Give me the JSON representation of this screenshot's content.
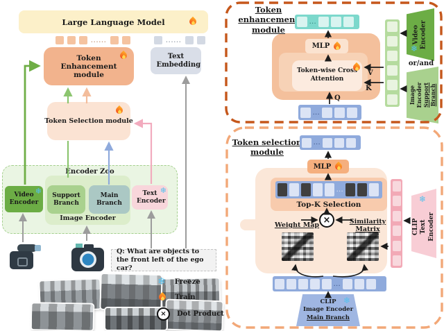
{
  "icons": {
    "snowflake": "❄",
    "dots_long": "......",
    "dots_short": "...",
    "multiply": "×"
  },
  "left_panel": {
    "llm_label": "Large Language Model",
    "token_enhancement_label": "Token Enhancement module",
    "text_embedding_label": "Text Embedding",
    "token_selection_label": "Token Selection module",
    "encoder_zoo_label": "Encoder Zoo",
    "video_encoder_label": "Video Encoder",
    "support_branch_label": "Support Branch",
    "main_branch_label": "Main Branch",
    "text_encoder_label": "Text Encoder",
    "image_encoder_label": "Image Encoder",
    "question_text": "Q: What are objects to the front left of the ego car?",
    "legend": {
      "freeze": "Freeze",
      "train": "Train",
      "dot_product": "Dot Product"
    }
  },
  "enhancement_panel": {
    "title_line1": "Token enhancement",
    "title_line2": "module",
    "mlp_label": "MLP",
    "attention_label": "Token-wise Cross Attention",
    "q_label": "Q",
    "v_label": "V",
    "k_label": "K",
    "or_and_label": "or/and",
    "video_encoder_lines": [
      "Video",
      "Encoder"
    ],
    "support_branch_lines": [
      "Image",
      "Encoder",
      "Support Branch"
    ]
  },
  "selection_panel": {
    "title_line1": "Token selection",
    "title_line2": "module",
    "mlp_label": "MLP",
    "topk_label": "Top-K Selection",
    "weight_map_label": "Weight Map",
    "similarity_matrix_label": "Similarity Matrix",
    "clip_text_encoder_lines": [
      "CLIP",
      "Text",
      "Encoder"
    ],
    "clip_image_encoder_lines": [
      "CLIP",
      "Image Encoder",
      "Main Branch"
    ]
  },
  "colors": {
    "llm_bg": "#FCF0C9",
    "enhance_module_bg": "#F2B38D",
    "select_module_bg": "#FBE3D3",
    "text_embedding_bg": "#D9DEE8",
    "zoo_bg": "#EAF5E3",
    "video_encoder_bg": "#6CAD45",
    "support_branch_bg": "#A9D18E",
    "main_branch_bg": "#ABC8C4",
    "text_encoder_bg": "#F8D6DB",
    "teal_token": "#7CD8CC",
    "blue_token": "#8FAADC",
    "pink_token": "#F2A9B6",
    "green_token": "#B5DB9E",
    "dash_border_dark": "#C5571B",
    "dash_border_light": "#F2A878"
  }
}
